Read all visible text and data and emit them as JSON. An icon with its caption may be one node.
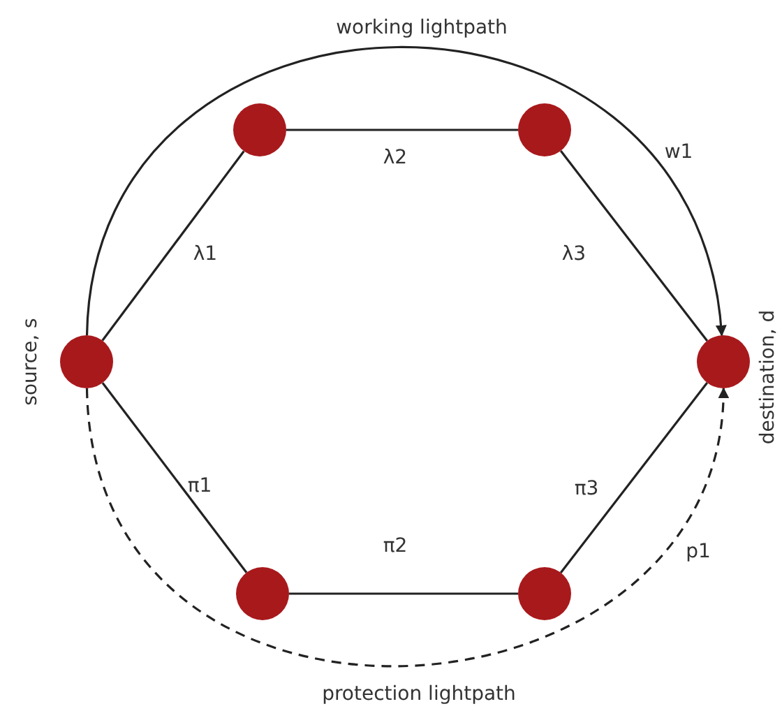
{
  "diagram": {
    "nodes": [
      {
        "text": [],
        "shape": "circle"
      },
      {
        "text": [],
        "shape": "circle"
      },
      {
        "text": [],
        "shape": "circle",
        "beside": [
          "source, s"
        ]
      },
      {
        "text": [],
        "shape": "circle",
        "beside": [
          "destination, d"
        ]
      },
      {
        "text": [],
        "shape": "circle"
      },
      {
        "text": [],
        "shape": "circle"
      }
    ],
    "edges": [
      {
        "from": 2,
        "to": 0,
        "arrow": "none",
        "label": "λ1"
      },
      {
        "from": 0,
        "to": 1,
        "arrow": "none",
        "label": "λ2"
      },
      {
        "from": 1,
        "to": 3,
        "arrow": "none",
        "label": "λ3"
      },
      {
        "from": 2,
        "to": 4,
        "arrow": "none",
        "label": "π1"
      },
      {
        "from": 4,
        "to": 5,
        "arrow": "none",
        "label": "π2"
      },
      {
        "from": 5,
        "to": 3,
        "arrow": "none",
        "label": "π3"
      },
      {
        "from": 2,
        "to": 3,
        "arrow": "to",
        "label": "working lightpath"
      },
      {
        "from": 2,
        "to": 3,
        "arrow": "to",
        "label": "protection lightpath",
        "style": "dashed"
      }
    ],
    "labels": [
      "w1",
      "p1"
    ]
  }
}
